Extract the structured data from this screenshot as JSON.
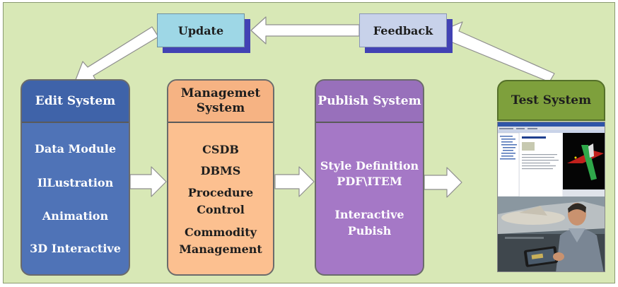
{
  "top_boxes": {
    "update": "Update",
    "feedback": "Feedback"
  },
  "columns": {
    "edit": {
      "title": "Edit System",
      "items": [
        "Data Module",
        "IlLustration",
        "Animation",
        "3D Interactive"
      ]
    },
    "management": {
      "title_line1": "Managemet",
      "title_line2": "System",
      "items": [
        "CSDB",
        "DBMS",
        "Procedure",
        "Control",
        "Commodity",
        "Management"
      ]
    },
    "publish": {
      "title": "Publish System",
      "items": [
        "Style Definition",
        "PDF\\ITEM",
        "Interactive",
        "Pubish"
      ]
    },
    "test": {
      "title": "Test System"
    }
  },
  "colors": {
    "background": "#d8e8b6",
    "edit": "#4f73b7",
    "management": "#fcc090",
    "publish": "#a578c6",
    "test": "#7ea03c",
    "update": "#9ed7e6",
    "feedback": "#c8d2ea"
  }
}
